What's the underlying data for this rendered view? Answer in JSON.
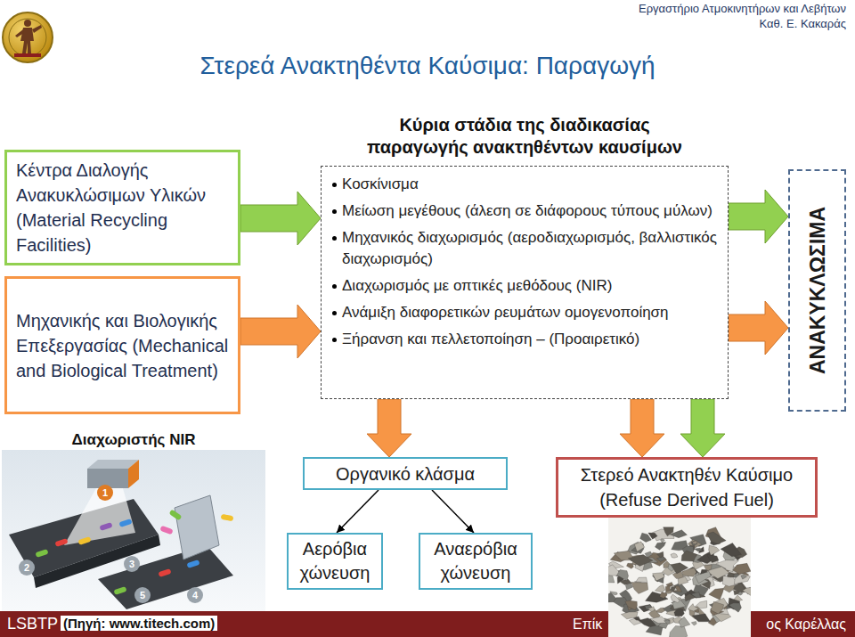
{
  "diagram": {
    "title": "Στερεά Ανακτηθέντα Καύσιμα: Παραγωγή",
    "nodes": [
      {
        "text": [
          "Κέντρα Διαλογής Ανακυκλώσιμων Υλικών (Material Recycling Facilities)"
        ]
      },
      {
        "text": [
          "Μηχανικής και Βιολογικής Επεξεργασίας (Mechanical and Biological Treatment)"
        ]
      },
      {
        "text": [
          "Κύρια στάδια της διαδικασίας παραγωγής ανακτηθέντων καυσίμων",
          "Κοσκίνισμα",
          "Μείωση μεγέθους (άλεση σε διάφορους τύπους μύλων)",
          "Μηχανικός διαχωρισμός (αεροδιαχωρισμός, βαλλιστικός διαχωρισμός)",
          "Διαχωρισμός με οπτικές μεθόδους (NIR)",
          "Ανάμιξη διαφορετικών ρευμάτων ομογενοποίηση",
          "Ξήρανση και πελλετοποίηση – (Προαιρετικό)"
        ]
      },
      {
        "text": [
          "ΑΝΑΚΥΚΛΩΣΙΜΑ"
        ]
      },
      {
        "text": [
          "Οργανικό κλάσμα"
        ]
      },
      {
        "text": [
          "Στερεό Ανακτηθέν Καύσιμο (Refuse Derived Fuel)"
        ]
      },
      {
        "text": [
          "Αερόβια χώνευση"
        ]
      },
      {
        "text": [
          "Αναερόβια χώνευση"
        ]
      }
    ],
    "edges": [
      {
        "from": 0,
        "to": 2,
        "arrow": "to"
      },
      {
        "from": 1,
        "to": 2,
        "arrow": "to"
      },
      {
        "from": 2,
        "to": 3,
        "arrow": "to"
      },
      {
        "from": 2,
        "to": 3,
        "arrow": "to"
      },
      {
        "from": 2,
        "to": 4,
        "arrow": "to"
      },
      {
        "from": 2,
        "to": 5,
        "arrow": "to"
      },
      {
        "from": 2,
        "to": 5,
        "arrow": "to"
      },
      {
        "from": 4,
        "to": 6,
        "arrow": "to"
      },
      {
        "from": 4,
        "to": 7,
        "arrow": "to"
      }
    ],
    "labels": [
      "Εργαστήριο Ατμοκινητήρων και Λεβήτων",
      "Καθ. Ε. Κακαράς",
      "Διαχωριστής NIR",
      "1",
      "2",
      "3",
      "4",
      "5",
      "(Πηγή: www.titech.com)",
      "LSBTP",
      "Επίκ",
      "ος Καρέλλας"
    ]
  }
}
